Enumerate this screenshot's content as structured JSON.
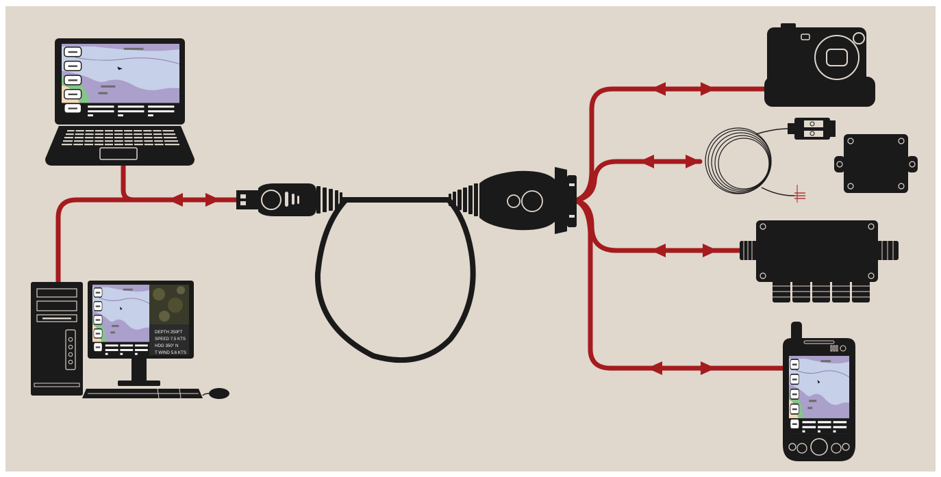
{
  "diagram": {
    "colors": {
      "background": "#e0d7cd",
      "cable_red": "#a51b1e",
      "device_black": "#1b1a1a",
      "map_water": "#c6d0e8",
      "map_land": "#ab9fcc",
      "map_green": "#86c48c",
      "map_sand": "#f6d9b8",
      "screen_dark": "#2b2b2b"
    },
    "devices": {
      "laptop": {
        "name": "laptop",
        "icon": "laptop-icon"
      },
      "desktop": {
        "name": "desktop-pc",
        "icon": "desktop-computer-icon"
      },
      "usb_serial_cable": {
        "name": "usb-to-serial-adapter",
        "icon": "usb-serial-cable-icon"
      },
      "camera": {
        "name": "camera",
        "icon": "camera-icon"
      },
      "nmea_sensor": {
        "name": "wired-sensor",
        "icon": "coiled-cable-sensor-icon"
      },
      "junction_box": {
        "name": "junction-box",
        "icon": "junction-box-icon"
      },
      "pda": {
        "name": "handheld-pda",
        "icon": "pda-icon"
      }
    },
    "monitor_overlay": {
      "lines": [
        "DEPTH 250FT",
        "SPEED 7.5 KTS",
        "HDG 350° N",
        "T WIND 5.6 KTS"
      ]
    }
  }
}
